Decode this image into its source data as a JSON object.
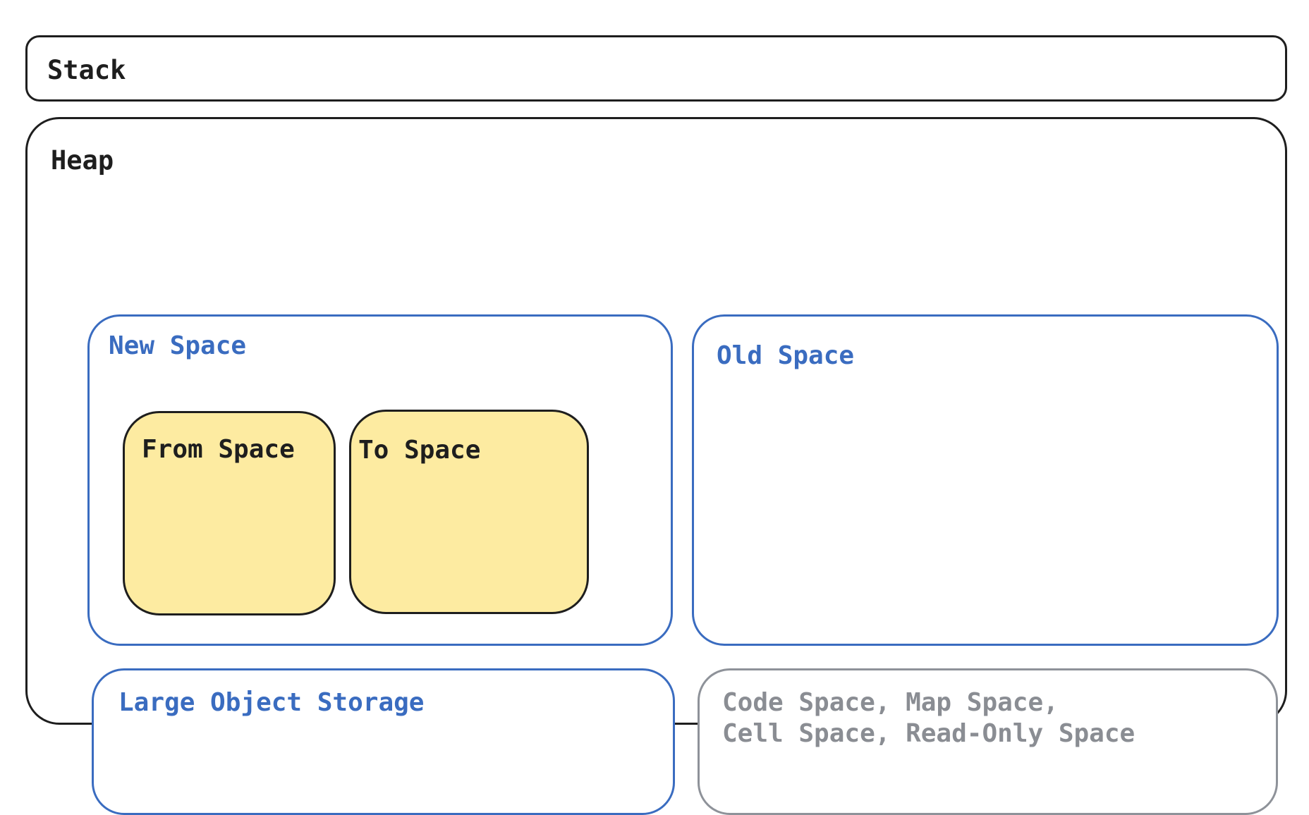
{
  "stack": {
    "label": "Stack"
  },
  "heap": {
    "label": "Heap",
    "new_space": {
      "label": "New Space",
      "from_space": {
        "label": "From Space"
      },
      "to_space": {
        "label": "To Space"
      }
    },
    "old_space": {
      "label": "Old Space"
    },
    "large_object_storage": {
      "label": "Large Object Storage"
    },
    "other_spaces": {
      "label": "Code Space, Map Space,\nCell Space, Read-Only Space"
    }
  },
  "colors": {
    "outline": "#1e1e1e",
    "region_blue": "#3a6cc0",
    "region_gray": "#8e9299",
    "semi_space_fill": "#fdeba1",
    "background": "#ffffff"
  }
}
